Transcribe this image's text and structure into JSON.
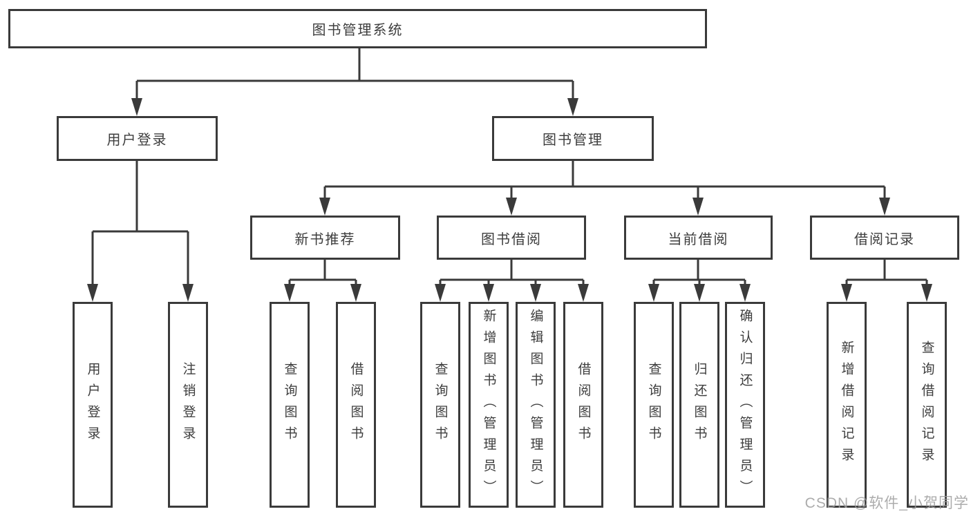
{
  "tree": {
    "root": {
      "label": "图书管理系统"
    },
    "branches": [
      {
        "label": "用户登录",
        "children": [
          {
            "label": "用户登录"
          },
          {
            "label": "注销登录"
          }
        ]
      },
      {
        "label": "图书管理",
        "sections": [
          {
            "label": "新书推荐",
            "children": [
              {
                "label": "查询图书"
              },
              {
                "label": "借阅图书"
              }
            ]
          },
          {
            "label": "图书借阅",
            "children": [
              {
                "label": "查询图书"
              },
              {
                "label": "新增图书（管理员）"
              },
              {
                "label": "编辑图书（管理员）"
              },
              {
                "label": "借阅图书"
              }
            ]
          },
          {
            "label": "当前借阅",
            "children": [
              {
                "label": "查询图书"
              },
              {
                "label": "归还图书"
              },
              {
                "label": "确认归还（管理员）"
              }
            ]
          },
          {
            "label": "借阅记录",
            "children": [
              {
                "label": "新增借阅记录"
              },
              {
                "label": "查询借阅记录"
              }
            ]
          }
        ]
      }
    ]
  },
  "watermark": "CSDN @软件_小贺同学",
  "colors": {
    "line": "#3a3a3a",
    "border": "#3a3a3a",
    "text": "#3d3d3d",
    "background": "#ffffff",
    "watermark": "#9e9e9e"
  }
}
